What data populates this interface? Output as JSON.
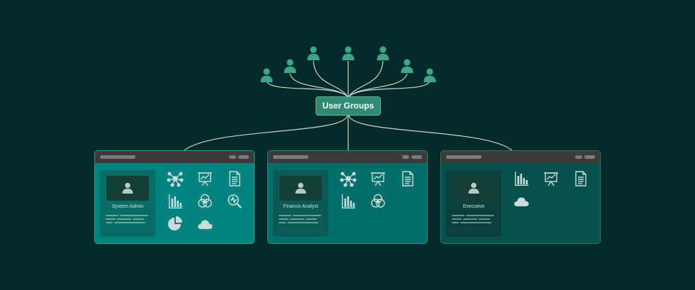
{
  "hub_label": "User Groups",
  "colors": {
    "background": "#042b28",
    "accent": "#2e8a72",
    "user_icon": "#3fa58a",
    "line": "#c9d6d2",
    "panel_admin": "#00847f",
    "panel_analyst": "#006f6b",
    "panel_exec": "#05514d"
  },
  "groups": [
    {
      "role": "System Admin",
      "icons": [
        "network-icon",
        "presentation-icon",
        "document-icon",
        "bar-chart-icon",
        "venn-icon",
        "search-analytics-icon",
        "pie-chart-icon",
        "cloud-icon"
      ]
    },
    {
      "role": "Finance Analyst",
      "icons": [
        "network-icon",
        "presentation-icon",
        "document-icon",
        "bar-chart-icon",
        "venn-icon"
      ]
    },
    {
      "role": "Executive",
      "icons": [
        "bar-chart-icon",
        "presentation-icon",
        "document-icon",
        "cloud-icon"
      ]
    }
  ]
}
